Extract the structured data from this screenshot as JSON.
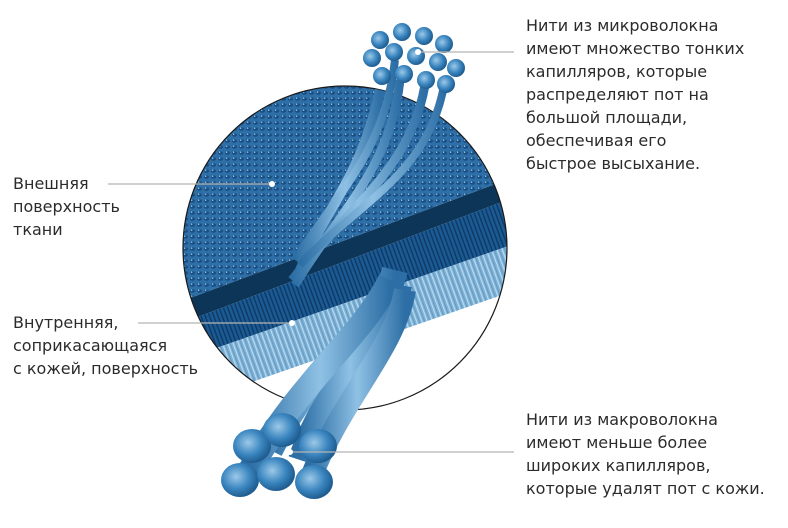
{
  "labels": {
    "outer_surface": [
      "Внешняя",
      "поверхность",
      "ткани"
    ],
    "inner_surface": [
      "Внутренняя,",
      "соприкасающаяся",
      "с кожей, поверхность"
    ],
    "microfiber": [
      "Нити из микроволокна",
      "имеют множество тонких",
      "капилляров, которые",
      "распределяют пот на",
      "большой площади,",
      "обеспечивая его",
      "быстрое высыхание."
    ],
    "macrofiber": [
      "Нити из макроволокна",
      "имеют меньше более",
      "широких капилляров,",
      "которые удалят пот с кожи."
    ]
  },
  "colors": {
    "fabric_top": "#2f6fa8",
    "fabric_dark": "#0f3f6e",
    "fabric_middle": "#1d5f99",
    "fabric_inner": "#7fb2d6",
    "fiber": "#3b86c0",
    "fiber_highlight": "#9cc9e8",
    "leader_line": "#b5b5b5",
    "text": "#2b2b2b"
  }
}
